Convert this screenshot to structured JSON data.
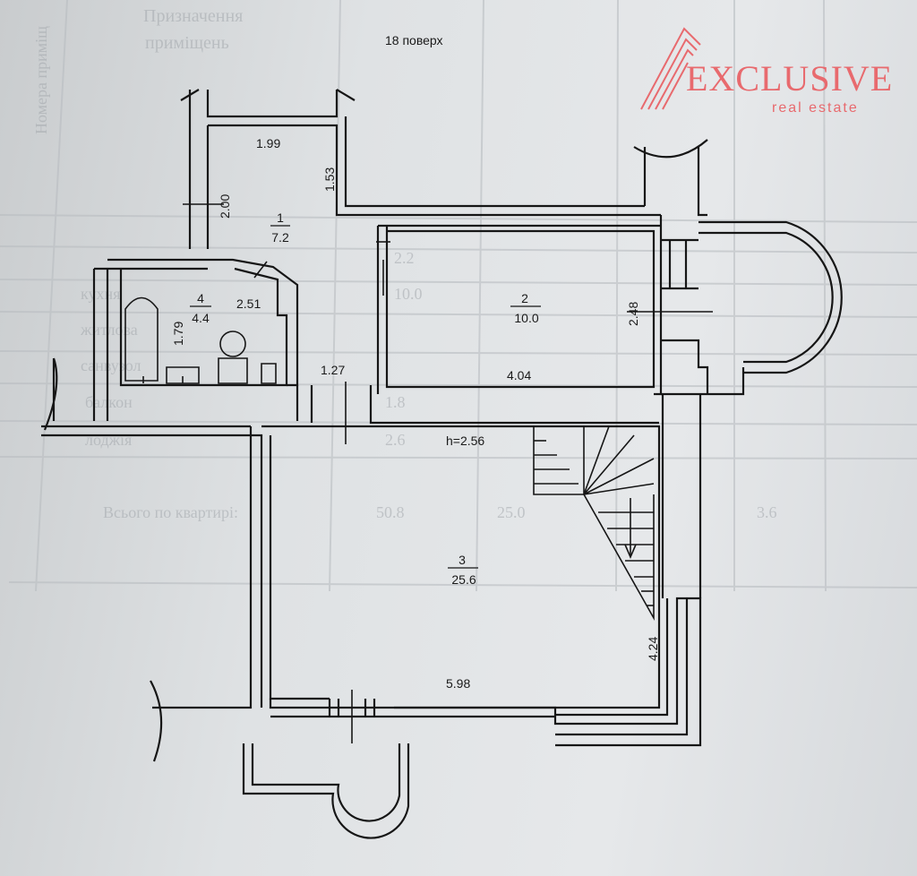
{
  "floor_label": "18 поверх",
  "logo": {
    "name": "EXCLUSIVE",
    "tagline": "real estate",
    "color": "#e86a6e"
  },
  "rooms": [
    {
      "number": "1",
      "area": "7.2"
    },
    {
      "number": "2",
      "area": "10.0"
    },
    {
      "number": "3",
      "area": "25.6"
    },
    {
      "number": "4",
      "area": "4.4"
    }
  ],
  "dimensions": {
    "d1_99": "1.99",
    "d2_00": "2.00",
    "d1_53": "1.53",
    "d2_51": "2.51",
    "d1_79": "1.79",
    "d1_27": "1.27",
    "d2_48": "2.48",
    "d4_04": "4.04",
    "d4_24": "4.24",
    "d5_98": "5.98"
  },
  "ceiling_height": "h=2.56",
  "background_table_text": [
    "Призначення",
    "приміщень",
    "балкон",
    "лоджія",
    "Всього по квартирі:",
    "50.8",
    "25.0",
    "3.6",
    "Номера приміщ",
    "кухня",
    "житлова",
    "санвузол",
    "1.8",
    "2.6",
    "10.0",
    "2.2"
  ]
}
